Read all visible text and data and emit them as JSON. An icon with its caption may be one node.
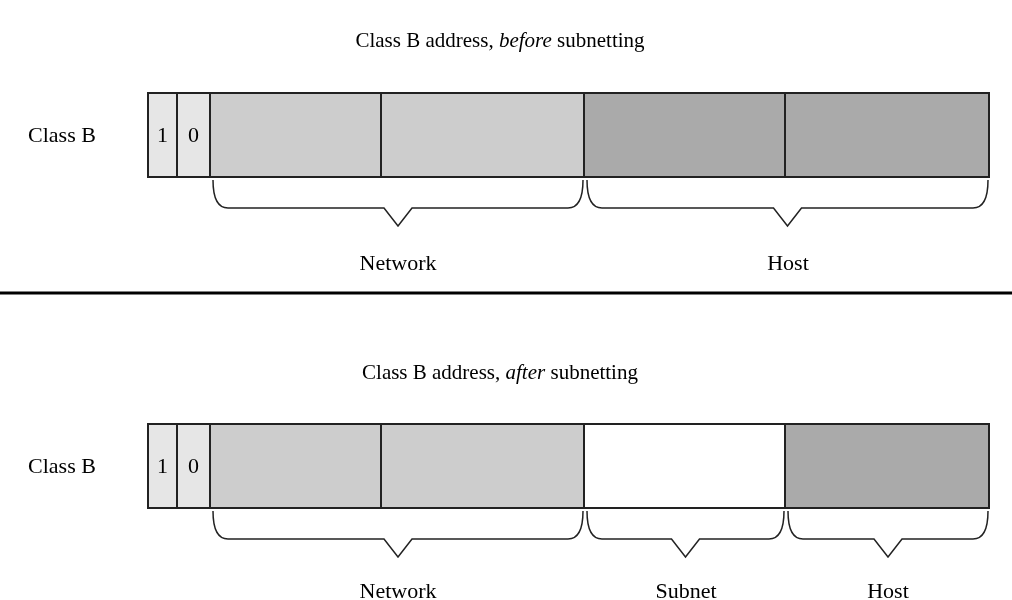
{
  "diagram": {
    "nodes": [
      {
        "text": [
          "1"
        ]
      },
      {
        "text": [
          "0"
        ]
      },
      {
        "text": [],
        "shape": "box"
      },
      {
        "text": [],
        "shape": "box"
      },
      {
        "text": [],
        "shape": "box"
      },
      {
        "text": [],
        "shape": "box"
      },
      {
        "text": [
          "1"
        ]
      },
      {
        "text": [
          "0"
        ]
      },
      {
        "text": [],
        "shape": "box"
      },
      {
        "text": [],
        "shape": "box"
      },
      {
        "text": [],
        "shape": "box"
      },
      {
        "text": [],
        "shape": "box"
      }
    ],
    "edges": [],
    "labels": [
      "Class B address, *before* subnetting",
      "Class B",
      "Network",
      "Host",
      "Class B address, *after* subnetting",
      "Class B",
      "Network",
      "Subnet",
      "Host"
    ]
  }
}
